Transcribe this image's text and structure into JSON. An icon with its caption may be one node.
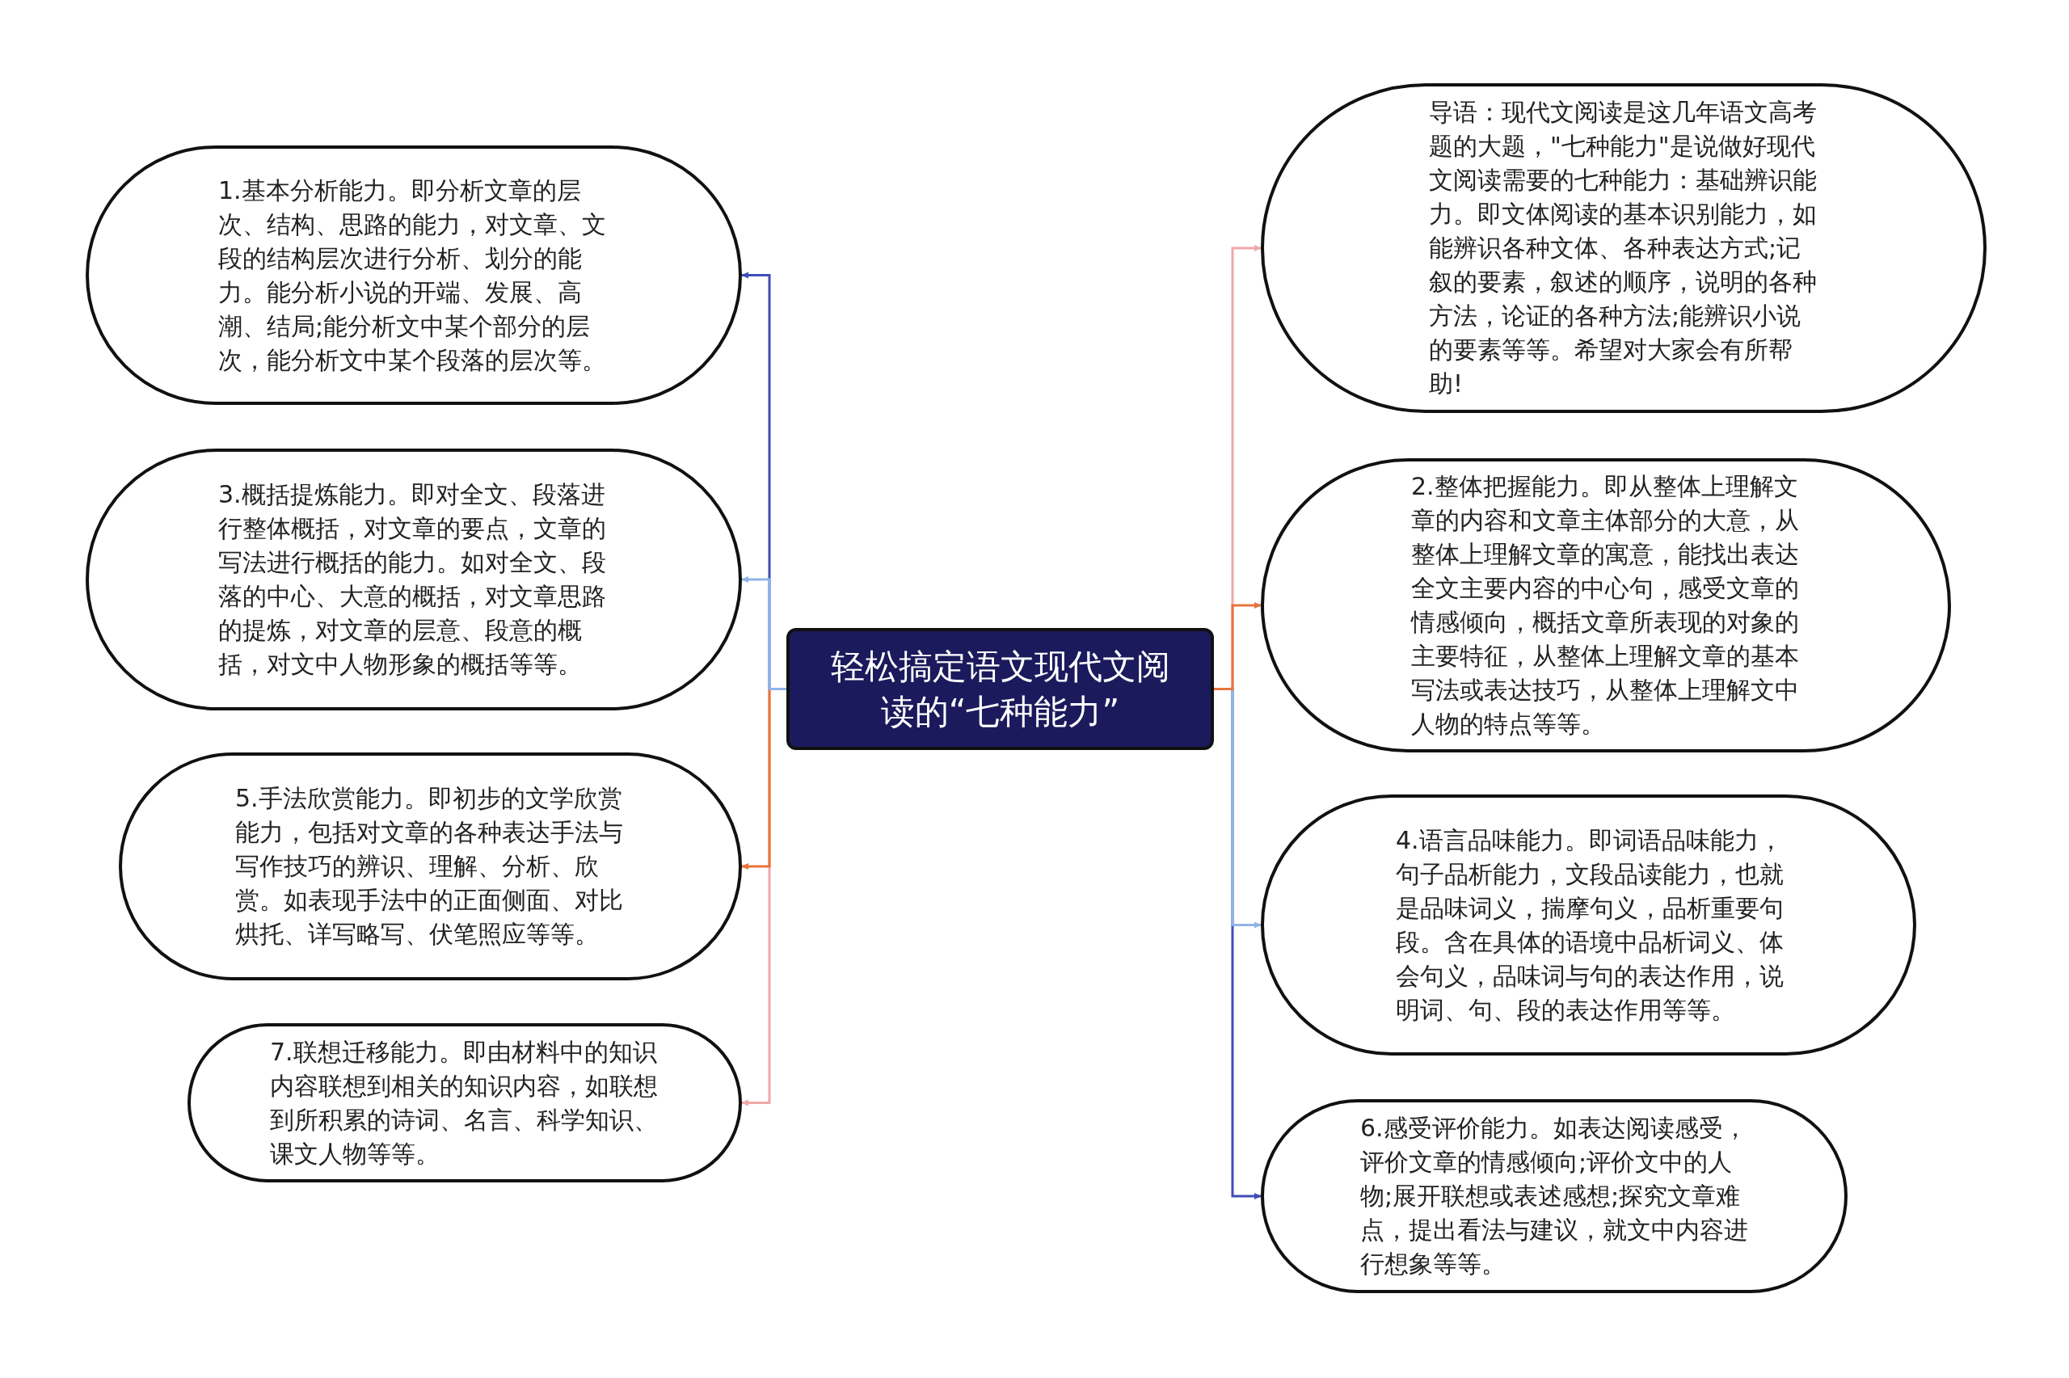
{
  "diagram": {
    "nodes": [
      {
        "text": [
          "轻松搞定语文现代文阅读的“七种能力”"
        ]
      },
      {
        "text": [
          "1.基本分析能力。即分析文章的层次、结构、思路的能力，对文章、文段的结构层次进行分析、划分的能力。能分析小说的开端、发展、高潮、结局;能分析文中某个部分的层次，能分析文中某个段落的层次等。"
        ]
      },
      {
        "text": [
          "3.概括提炼能力。即对全文、段落进行整体概括，对文章的要点，文章的写法进行概括的能力。如对全文、段落的中心、大意的概括，对文章思路的提炼，对文章的层意、段意的概括，对文中人物形象的概括等等。"
        ]
      },
      {
        "text": [
          "5.手法欣赏能力。即初步的文学欣赏能力，包括对文章的各种表达手法与写作技巧的辨识、理解、分析、欣赏。如表现手法中的正面侧面、对比烘托、详写略写、伏笔照应等等。"
        ]
      },
      {
        "text": [
          "7.联想迁移能力。即由材料中的知识内容联想到相关的知识内容，如联想到所积累的诗词、名言、科学知识、课文人物等等。"
        ]
      },
      {
        "text": [
          "导语：现代文阅读是这几年语文高考题的大题，\"七种能力\"是说做好现代文阅读需要的七种能力：基础辨识能力。即文体阅读的基本识别能力，如能辨识各种文体、各种表达方式;记叙的要素，叙述的顺序，说明的各种方法，论证的各种方法;能辨识小说的要素等等。希望对大家会有所帮助!"
        ]
      },
      {
        "text": [
          "2.整体把握能力。即从整体上理解文章的内容和文章主体部分的大意，从整体上理解文章的寓意，能找出表达全文主要内容的中心句，感受文章的情感倾向，概括文章所表现的对象的主要特征，从整体上理解文章的基本写法或表达技巧，从整体上理解文中人物的特点等等。"
        ]
      },
      {
        "text": [
          "4.语言品味能力。即词语品味能力，句子品析能力，文段品读能力，也就是品味词义，揣摩句义，品析重要句段。含在具体的语境中品析词义、体会句义，品味词与句的表达作用，说明词、句、段的表达作用等等。"
        ]
      },
      {
        "text": [
          "6.感受评价能力。如表达阅读感受，评价文章的情感倾向;评价文中的人物;展开联想或表述感想;探究文章难点，提出看法与建议，就文中内容进行想象等等。"
        ]
      }
    ],
    "edges": [
      {
        "from": 0,
        "to": 1,
        "arrow": "to",
        "color": "#3f4db8"
      },
      {
        "from": 0,
        "to": 2,
        "arrow": "to",
        "color": "#8fb4e8"
      },
      {
        "from": 0,
        "to": 3,
        "arrow": "to",
        "color": "#e8743b"
      },
      {
        "from": 0,
        "to": 4,
        "arrow": "to",
        "color": "#f0a8a8"
      },
      {
        "from": 0,
        "to": 5,
        "arrow": "to",
        "color": "#f0a8a8"
      },
      {
        "from": 0,
        "to": 6,
        "arrow": "to",
        "color": "#e8743b"
      },
      {
        "from": 0,
        "to": 7,
        "arrow": "to",
        "color": "#8fb4e8"
      },
      {
        "from": 0,
        "to": 8,
        "arrow": "to",
        "color": "#3f4db8"
      }
    ]
  }
}
